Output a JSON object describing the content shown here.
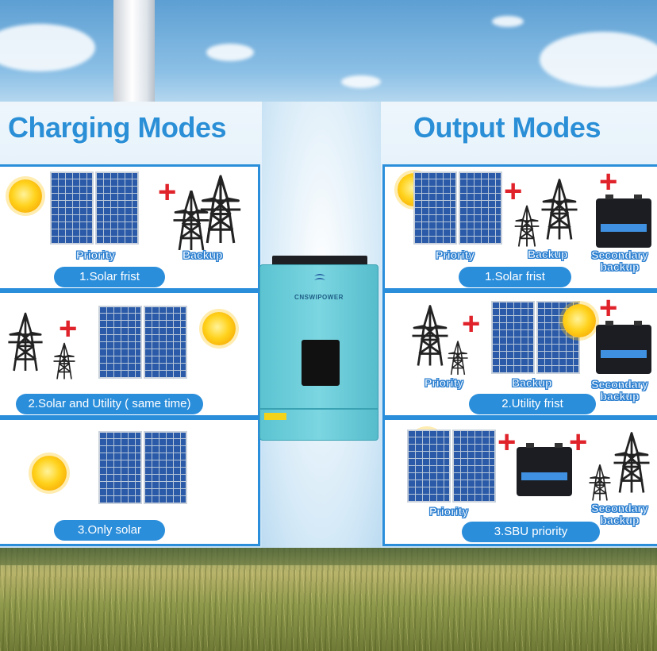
{
  "charging": {
    "title": "Charging Modes",
    "mode1": {
      "label": "1.Solar frist",
      "priority": "Priority",
      "backup": "Backup"
    },
    "mode2": {
      "label": "2.Solar and Utility ( same time)"
    },
    "mode3": {
      "label": "3.Only solar"
    }
  },
  "output": {
    "title": "Output Modes",
    "mode1": {
      "label": "1.Solar frist",
      "priority": "Priority",
      "backup": "Backup",
      "secondary_backup": "Secondary backup"
    },
    "mode2": {
      "label": "2.Utility frist",
      "priority": "Priority",
      "backup": "Backup",
      "secondary_backup": "Secondary backup"
    },
    "mode3": {
      "label": "3.SBU priority",
      "priority": "Priority",
      "secondary_backup": "Secondary backup"
    }
  },
  "inverter": {
    "brand": "CNSWIPOWER"
  },
  "colors": {
    "accent": "#2b8edb",
    "plus": "#e0232a",
    "heading": "#2a8fd6"
  },
  "icons": [
    "sun-icon",
    "solar-panel-icon",
    "power-tower-icon",
    "battery-icon",
    "plus-icon"
  ]
}
